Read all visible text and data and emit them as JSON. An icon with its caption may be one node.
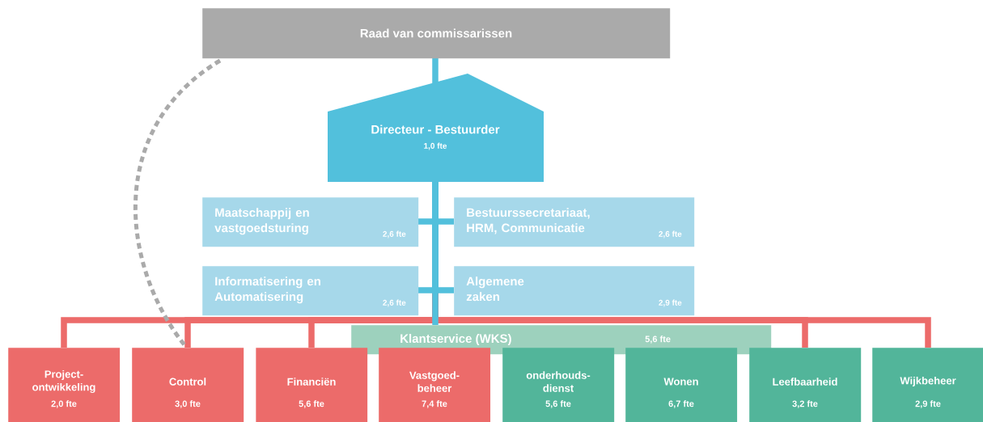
{
  "diagram": {
    "nodes": [
      {
        "text": [
          "Raad van commissarissen"
        ]
      },
      {
        "text": [
          "Directeur - Bestuurder",
          "1,0 fte"
        ]
      },
      {
        "text": [
          "Maatschappij en vastgoedsturing",
          "2,6 fte"
        ]
      },
      {
        "text": [
          "Bestuurssecretariaat, HRM, Communicatie",
          "2,6 fte"
        ]
      },
      {
        "text": [
          "Informatisering en Automatisering",
          "2,6 fte"
        ]
      },
      {
        "text": [
          "Algemene zaken",
          "2,9 fte"
        ]
      },
      {
        "text": [
          "Klantservice (WKS)",
          "5,6 fte"
        ]
      },
      {
        "text": [
          "Project-ontwikkeling",
          "2,0 fte"
        ]
      },
      {
        "text": [
          "Control",
          "3,0 fte"
        ]
      },
      {
        "text": [
          "Financiën",
          "5,6 fte"
        ]
      },
      {
        "text": [
          "Vastgoed-beheer",
          "7,4 fte"
        ]
      },
      {
        "text": [
          "onderhouds-dienst",
          "5,6 fte"
        ]
      },
      {
        "text": [
          "Wonen",
          "6,7 fte"
        ]
      },
      {
        "text": [
          "Leefbaarheid",
          "3,2 fte"
        ]
      },
      {
        "text": [
          "Wijkbeheer",
          "2,9 fte"
        ]
      }
    ],
    "edges": [
      {
        "from": 0,
        "to": 1,
        "arrow": "none",
        "color": "#52c0dc"
      },
      {
        "from": 1,
        "to": 2,
        "arrow": "none",
        "color": "#52c0dc"
      },
      {
        "from": 1,
        "to": 3,
        "arrow": "none",
        "color": "#52c0dc"
      },
      {
        "from": 1,
        "to": 4,
        "arrow": "none",
        "color": "#52c0dc"
      },
      {
        "from": 1,
        "to": 5,
        "arrow": "none",
        "color": "#52c0dc"
      },
      {
        "from": 1,
        "to": 6,
        "arrow": "none",
        "color": "#52c0dc"
      },
      {
        "from": 1,
        "to": 7,
        "arrow": "none",
        "color": "#ec6b6a"
      },
      {
        "from": 1,
        "to": 8,
        "arrow": "none",
        "color": "#ec6b6a"
      },
      {
        "from": 1,
        "to": 9,
        "arrow": "none",
        "color": "#ec6b6a"
      },
      {
        "from": 1,
        "to": 13,
        "arrow": "none",
        "color": "#ec6b6a"
      },
      {
        "from": 1,
        "to": 14,
        "arrow": "none",
        "color": "#ec6b6a"
      },
      {
        "from": 0,
        "to": 8,
        "arrow": "none",
        "style": "dashed",
        "color": "#aaaaaa"
      }
    ]
  }
}
